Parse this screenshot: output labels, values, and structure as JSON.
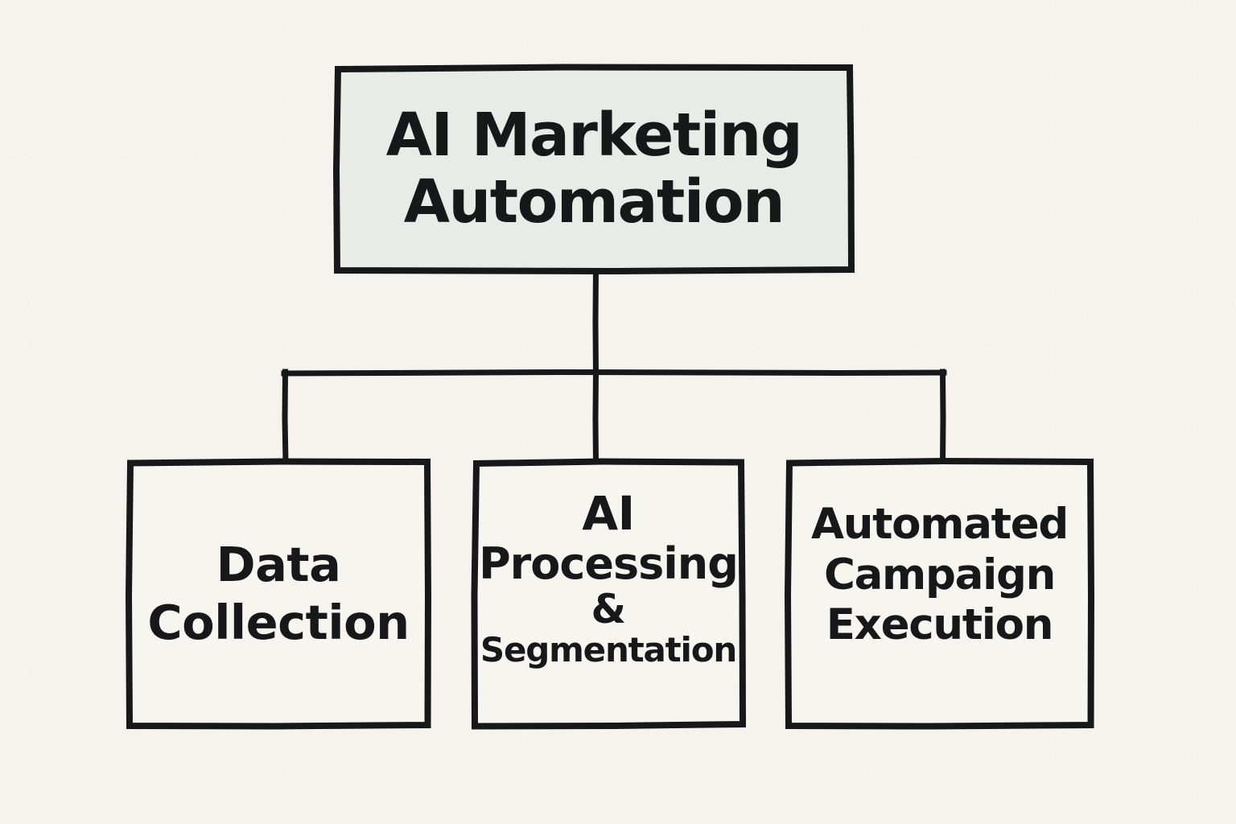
{
  "diagram": {
    "type": "hierarchy-tree",
    "style": "hand-drawn-marker-sketch",
    "orientation": "top-down",
    "background_color": "#f6f3ee",
    "ink_color": "#17181a",
    "root": {
      "id": "root",
      "lines": [
        "AI Marketing",
        "Automation"
      ],
      "text": "AI Marketing Automation",
      "fill_color": "#e8ebe6",
      "border_color": "#17181a"
    },
    "children": [
      {
        "id": "child-1",
        "lines": [
          "Data",
          "Collection"
        ],
        "text": "Data Collection",
        "fill_color": "#f7f5f0",
        "border_color": "#17181a"
      },
      {
        "id": "child-2",
        "lines": [
          "AI",
          "Processing",
          "&",
          "Segmentation"
        ],
        "text": "AI Processing & Segmentation",
        "fill_color": "#f7f5f0",
        "border_color": "#17181a"
      },
      {
        "id": "child-3",
        "lines": [
          "Automated",
          "Campaign",
          "Execution"
        ],
        "text": "Automated Campaign Execution",
        "fill_color": "#f7f5f0",
        "border_color": "#17181a"
      }
    ],
    "connectors": [
      {
        "id": "trunk",
        "from": "root",
        "to": "branch-bar"
      },
      {
        "id": "branch-to-child-1",
        "from": "branch-bar",
        "to": "child-1"
      },
      {
        "id": "branch-to-child-2",
        "from": "branch-bar",
        "to": "child-2"
      },
      {
        "id": "branch-to-child-3",
        "from": "branch-bar",
        "to": "child-3"
      }
    ]
  }
}
